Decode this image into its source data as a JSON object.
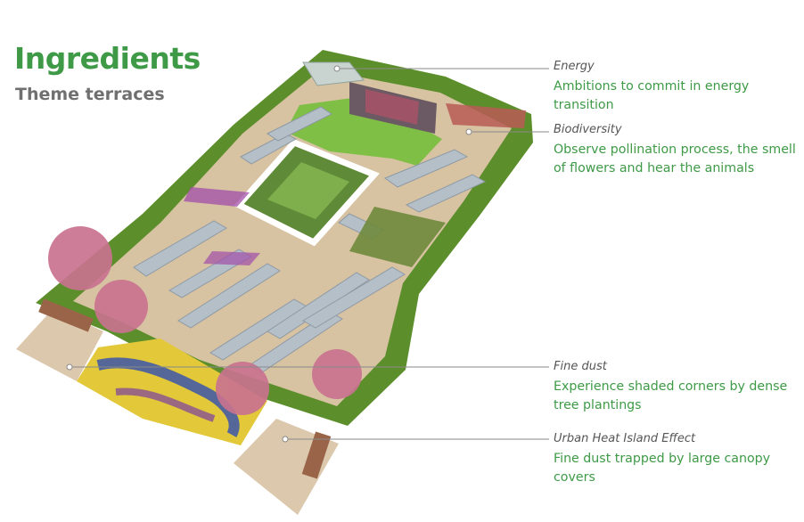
{
  "title": "Ingredients",
  "subtitle": "Theme terraces",
  "colors": {
    "title_green": "#3e9a46",
    "text_green": "#3e9a46",
    "subtitle_gray": "#707070",
    "leader_gray": "#8a8a8a",
    "hedge": "#6a9a33",
    "hedge_dark": "#4f7d25",
    "maze_wall": "#b4bfc8",
    "pavement": "#dcc8ad",
    "lawn": "#7fbf45",
    "blossom": "#c9738f"
  },
  "annotations": [
    {
      "id": "energy",
      "label": "Energy",
      "description": [
        "Ambitions to commit in energy transition"
      ]
    },
    {
      "id": "biodiversity",
      "label": "Biodiversity",
      "description": [
        "Observe pollination process, the smell",
        "of flowers and hear the animals"
      ]
    },
    {
      "id": "fine-dust",
      "label": "Fine dust",
      "description": [
        "Experience shaded corners by dense",
        "tree plantings"
      ]
    },
    {
      "id": "urban-heat",
      "label": "Urban Heat Island Effect",
      "description": [
        "Fine dust trapped by large canopy covers"
      ]
    }
  ]
}
